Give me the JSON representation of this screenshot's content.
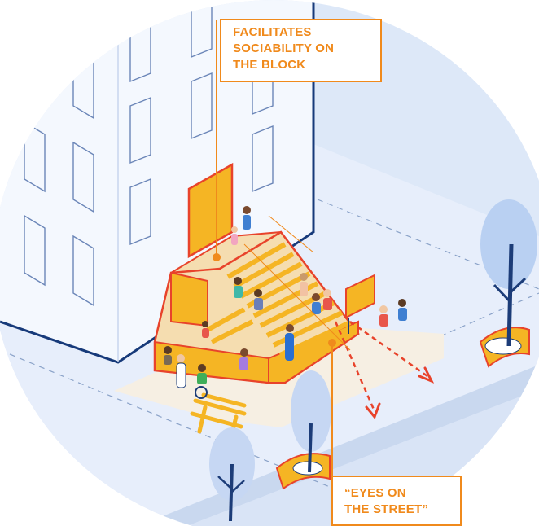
{
  "callouts": {
    "top": {
      "line1": "FACILITATES",
      "line2": "SOCIABILITY ON",
      "line3": "THE BLOCK"
    },
    "bottom": {
      "line1": "“EYES ON",
      "line2": "THE STREET”"
    }
  },
  "colors": {
    "sky": "#dfe9f8",
    "street": "#e6eefb",
    "building": "#f4f8fe",
    "building_outline": "#173a7a",
    "stair_top": "#f5ddb0",
    "stair_face": "#f5b524",
    "stair_edge": "#e8432b",
    "plaza": "#f6efe3",
    "accent": "#f08a1c",
    "tree": "#1c3c78",
    "foliage": "#b9d0f2",
    "arrow": "#e8432b"
  }
}
